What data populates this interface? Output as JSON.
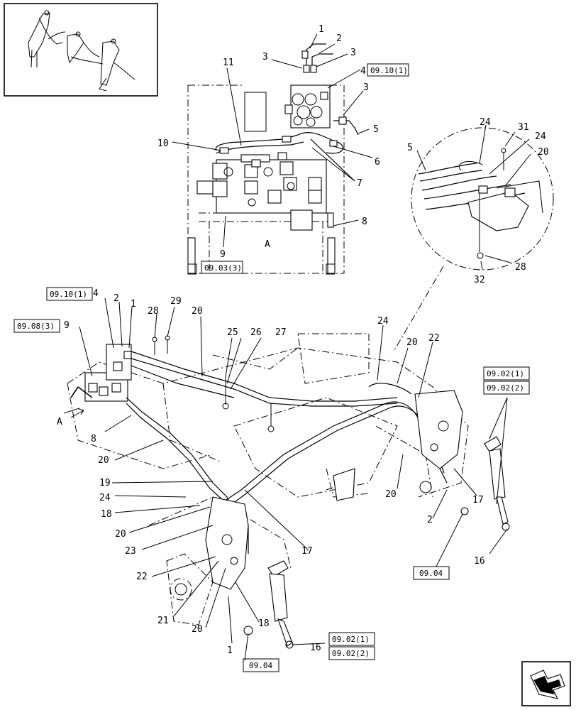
{
  "detail_view": {
    "label": "A"
  },
  "callouts": {
    "c1_top": "1",
    "c2_top": "2",
    "c3_top_a": "3",
    "c3_top_b": "3",
    "c3_top_c": "3",
    "c4_top": "4",
    "c5_top": "5",
    "c6_top": "6",
    "c7_top": "7",
    "c8_top": "8",
    "c9_top": "9",
    "c10_top": "10",
    "c11_top": "11",
    "c5_det": "5",
    "c24_det_a": "24",
    "c24_det_b": "24",
    "c31_det": "31",
    "c20_det": "20",
    "c28_det": "28",
    "c32_det": "32",
    "c4_main": "4",
    "c2_main": "2",
    "c1_main": "1",
    "c28_main": "28",
    "c29_main": "29",
    "c20_main_a": "20",
    "c25_main": "25",
    "c26_main": "26",
    "c27_main": "27",
    "c24_main_a": "24",
    "c20_main_b": "20",
    "c22_main_a": "22",
    "c9_main": "9",
    "a_arrow": "A",
    "c8_main": "8",
    "c20_main_c": "20",
    "c19_main": "19",
    "c24_main_b": "24",
    "c18_main_a": "18",
    "c20_main_d": "20",
    "c23_main": "23",
    "c22_main_b": "22",
    "c21_main": "21",
    "c20_main_e": "20",
    "c1_main_b": "1",
    "c18_main_b": "18",
    "c17_main_a": "17",
    "c20_main_f": "20",
    "c2_main_b": "2",
    "c17_main_b": "17",
    "c16_main_a": "16",
    "c16_main_b": "16"
  },
  "ref_boxes": {
    "r_09_10_1_top": "09.10(1)",
    "r_09_03_3": "09.03(3)",
    "r_09_10_1_main": "09.10(1)",
    "r_09_08_3": "09.08(3)",
    "r_09_02_1_right": "09.02(1)",
    "r_09_02_2_right": "09.02(2)",
    "r_09_04_right": "09.04",
    "r_09_02_1_bottom": "09.02(1)",
    "r_09_02_2_bottom": "09.02(2)",
    "r_09_04_bottom": "09.04"
  },
  "icons": {
    "key_view": "tractor-key-view-icon",
    "nav": "next-page-arrow-icon"
  }
}
